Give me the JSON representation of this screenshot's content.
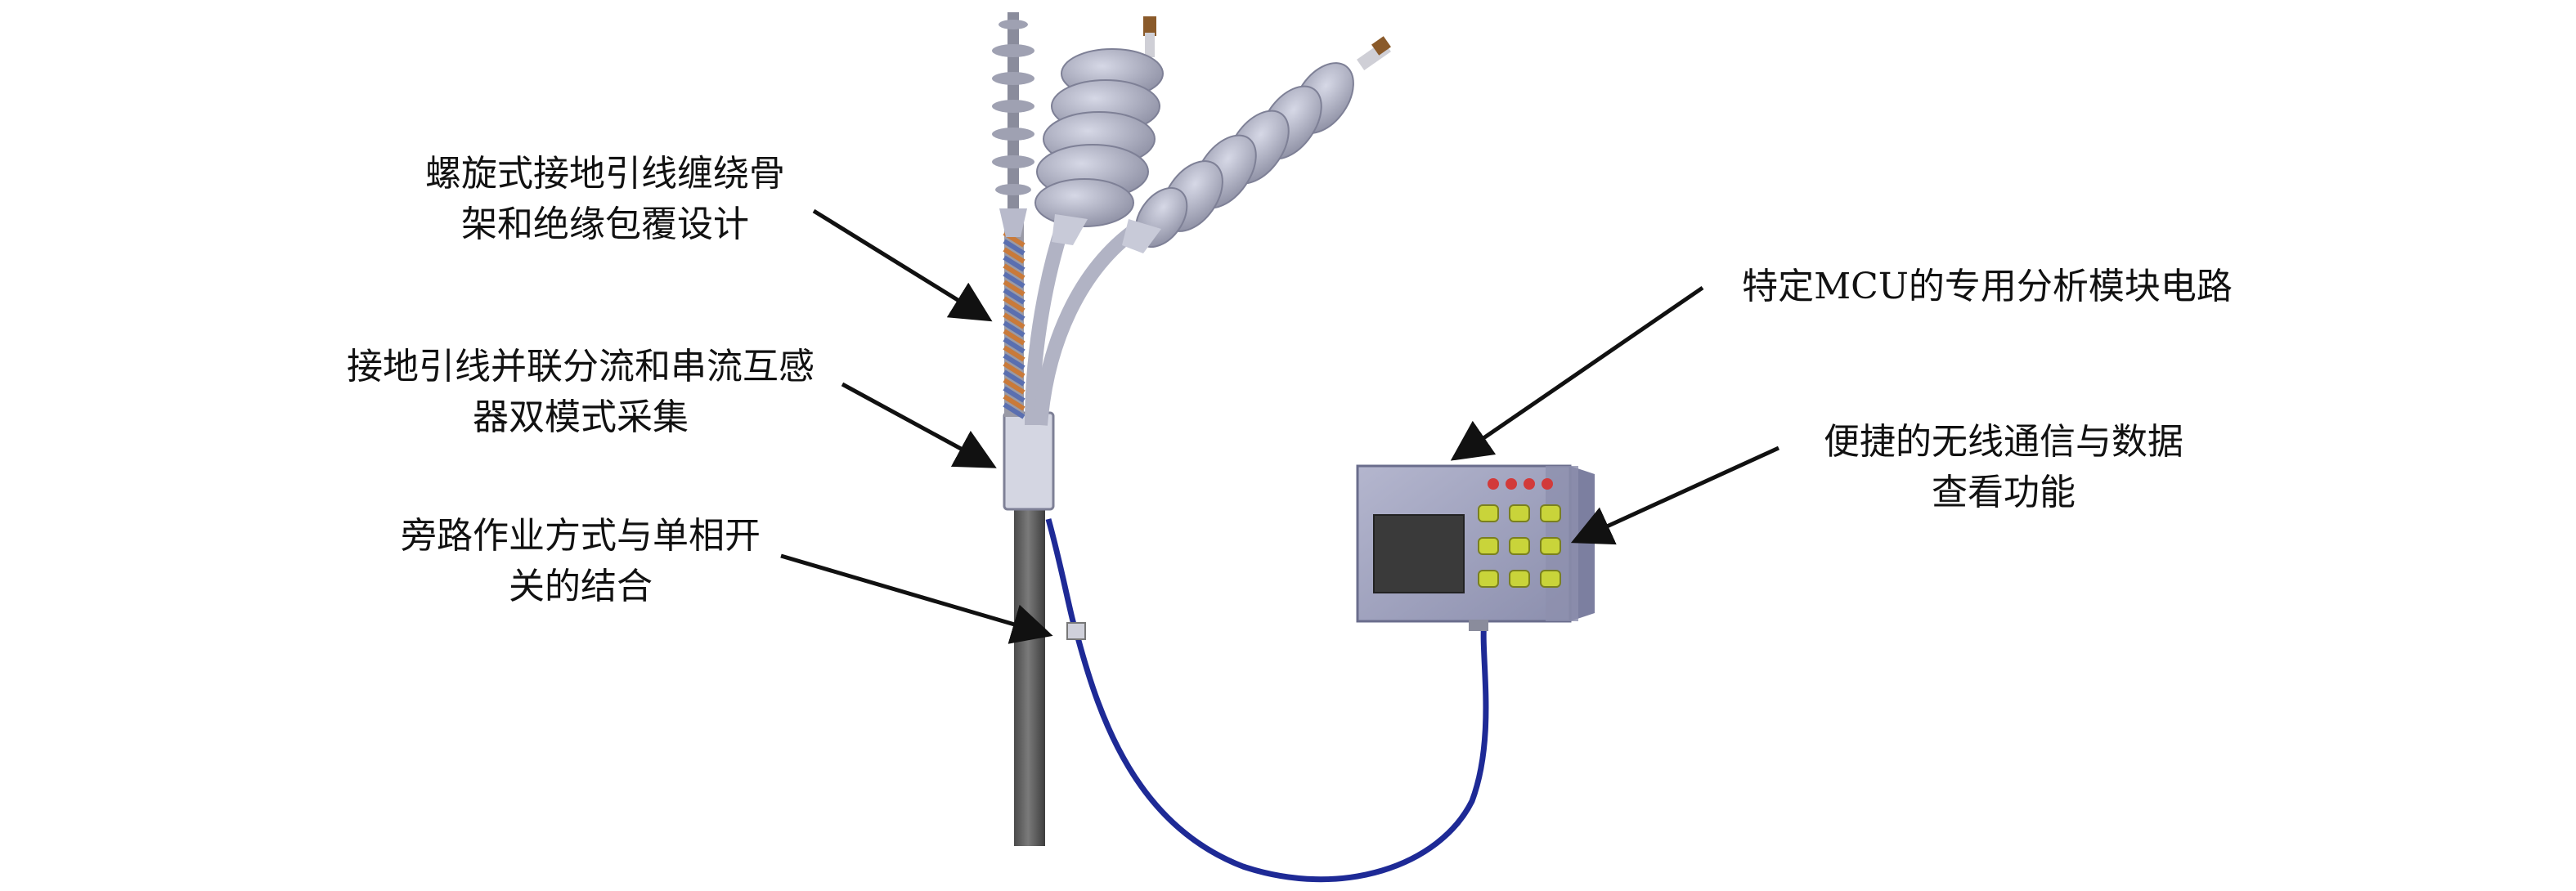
{
  "annotations": {
    "spiral_frame": [
      "螺旋式接地引线缠绕骨",
      "架和绝缘包覆设计"
    ],
    "dual_mode": [
      "接地引线并联分流和串流互感",
      "器双模式采集"
    ],
    "bypass": [
      "旁路作业方式与单相开",
      "关的结合"
    ],
    "mcu": [
      "特定MCU的专用分析模块电路"
    ],
    "wireless": [
      "便捷的无线通信与数据",
      "查看功能"
    ]
  },
  "colors": {
    "pole": "#5e5e5e",
    "insulator": "#a7a9b8",
    "cable": "#1e2a96",
    "spiral_orange": "#c97a3a",
    "spiral_blue": "#5a6fb0",
    "box": "#9ea1bd",
    "screen": "#3a3a3a",
    "keys": "#c9d43a",
    "leds": "#d23a3a",
    "terminal": "#8a5a2a"
  },
  "icons": {
    "arrows": "arrow-icon",
    "box": "analysis-box-icon",
    "insulators": "insulator-icon"
  }
}
